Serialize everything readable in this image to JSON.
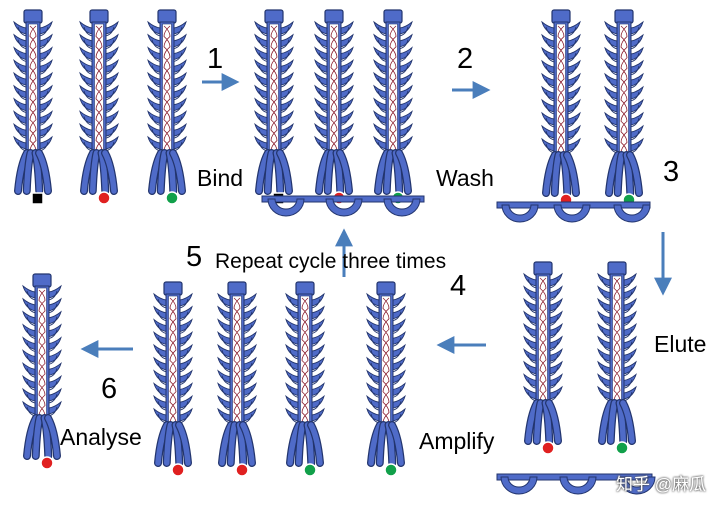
{
  "steps": {
    "s1": "1",
    "s2": "2",
    "s3": "3",
    "s4": "4",
    "s5": "5",
    "s6": "6"
  },
  "labels": {
    "bind": "Bind",
    "wash": "Wash",
    "elute": "Elute",
    "amplify": "Amplify",
    "repeat": "Repeat cycle  three times",
    "analyse": "Analyse"
  },
  "watermark": "知乎 @麻瓜",
  "colors": {
    "phage_blue": "#4F6BC8",
    "outline": "#23356E",
    "dna": "#8B1E2E",
    "arrow": "#4A7EBB",
    "tag_black": "#000000",
    "tag_red": "#E02020",
    "tag_green": "#11A04A"
  },
  "icons": [
    "phage-icon",
    "black-square-tag-icon",
    "red-dot-tag-icon",
    "green-dot-tag-icon",
    "target-cup-icon",
    "arrow-icon"
  ]
}
